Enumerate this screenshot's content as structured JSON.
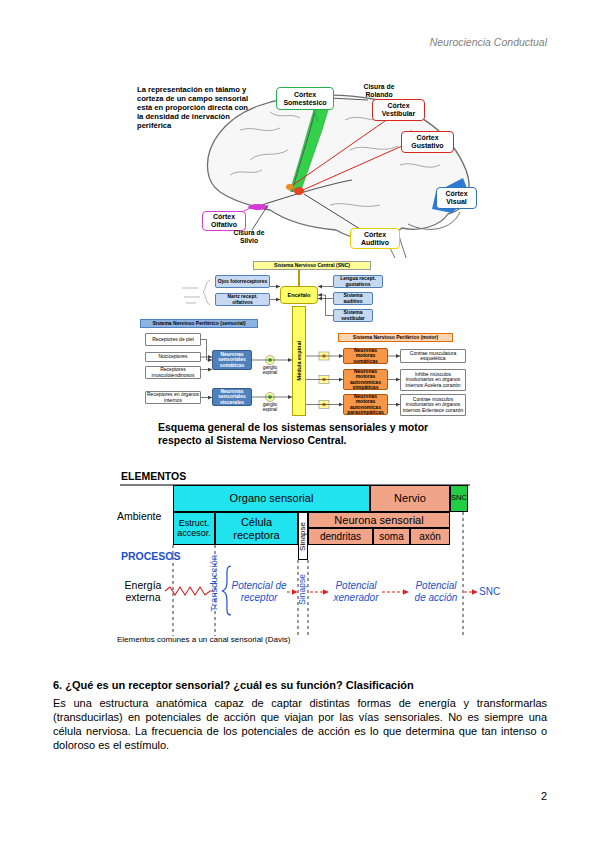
{
  "diagram": {
    "title": "6. ¿Qué es un receptor sensorial? ¿cuál es su función? Clasificación",
    "nodes": [
      {
        "text": [
          "Córtex Somestésico"
        ]
      },
      {
        "text": [
          "Córtex Vestibular"
        ]
      },
      {
        "text": [
          "Córtex Gustativo"
        ]
      },
      {
        "text": [
          "Córtex Visual"
        ]
      },
      {
        "text": [
          "Córtex Auditivo"
        ]
      },
      {
        "text": [
          "Córtex Olfativo"
        ]
      },
      {
        "text": [
          "Sistema Nervioso Central (SNC)"
        ]
      },
      {
        "text": [
          "Ojos fotorreceptores"
        ]
      },
      {
        "text": [
          "Nariz recept. olfativos"
        ]
      },
      {
        "text": [
          "Encéfalo"
        ]
      },
      {
        "text": [
          "Lengua recept. gustativos"
        ]
      },
      {
        "text": [
          "Sistema auditivo"
        ]
      },
      {
        "text": [
          "Sistema vestibular"
        ]
      },
      {
        "text": [
          "Sistema Nervioso Periférico (sensorial)"
        ]
      },
      {
        "text": [
          "Receptores de piel"
        ]
      },
      {
        "text": [
          "Nociceptores"
        ]
      },
      {
        "text": [
          "Receptores musculotendinosos"
        ]
      },
      {
        "text": [
          "Receptores en órganos internos"
        ]
      },
      {
        "text": [
          "Neuronas sensoriales somáticas"
        ]
      },
      {
        "text": [
          "Neuronas sensoriales viscerales"
        ]
      },
      {
        "text": [
          "Médula espinal"
        ]
      },
      {
        "text": [
          "Sistema Nervioso Periférico (motor)"
        ]
      },
      {
        "text": [
          "Neuronas motoras somáticas"
        ]
      },
      {
        "text": [
          "Neuronas motoras autonómicas simpáticas"
        ]
      },
      {
        "text": [
          "Neuronas motoras autonómicas parasimpáticas"
        ]
      },
      {
        "text": [
          "Contrae musculatura esquelética"
        ]
      },
      {
        "text": [
          "Inhibe músculos involuntarios en órganos internos Acelera corazón"
        ]
      },
      {
        "text": [
          "Contrae músculos involuntarios en órganos internos Enlentece corazón"
        ]
      },
      {
        "text": [
          "Organo sensorial"
        ]
      },
      {
        "text": [
          "Nervio"
        ]
      },
      {
        "text": [
          "SNC"
        ]
      },
      {
        "text": [
          "Estruct. accesor."
        ]
      },
      {
        "text": [
          "Célula receptora"
        ]
      },
      {
        "text": [
          "Sinapse"
        ]
      },
      {
        "text": [
          "Neurona sensorial"
        ]
      },
      {
        "text": [
          "dendritas"
        ]
      },
      {
        "text": [
          "soma"
        ]
      },
      {
        "text": [
          "axón"
        ]
      }
    ],
    "edges": [
      {
        "from": 7,
        "to": 9,
        "arrow": "to"
      },
      {
        "from": 8,
        "to": 9,
        "arrow": "to"
      },
      {
        "from": 10,
        "to": 9,
        "arrow": "to"
      },
      {
        "from": 11,
        "to": 9,
        "arrow": "to"
      },
      {
        "from": 12,
        "to": 9,
        "arrow": "to"
      },
      {
        "from": 14,
        "to": 18,
        "arrow": "to"
      },
      {
        "from": 15,
        "to": 18,
        "arrow": "to"
      },
      {
        "from": 16,
        "to": 18,
        "arrow": "to"
      },
      {
        "from": 17,
        "to": 19,
        "arrow": "to"
      },
      {
        "from": 18,
        "to": 20,
        "arrow": "to"
      },
      {
        "from": 19,
        "to": 20,
        "arrow": "to"
      },
      {
        "from": 20,
        "to": 22,
        "arrow": "to"
      },
      {
        "from": 20,
        "to": 23,
        "arrow": "to"
      },
      {
        "from": 20,
        "to": 24,
        "arrow": "to"
      },
      {
        "from": 22,
        "to": 25,
        "arrow": "to"
      },
      {
        "from": 23,
        "to": 26,
        "arrow": "to"
      },
      {
        "from": 24,
        "to": 27,
        "arrow": "to"
      }
    ],
    "labels": [
      "Neurociencia Conductual",
      "La representación en tálamo y corteza de un campo sensorial está en proporción directa con la densidad de inervación periférica",
      "Cisura de Rolando",
      "Cisura de Silvio",
      "ganglio espinal",
      "ganglio espinal",
      "Esquema general de los sistemas sensoriales y motor respecto al Sistema Nervioso Central.",
      "ELEMENTOS",
      "Ambiente",
      "PROCESOS",
      "Energía externa",
      "Transducción",
      "Potencial de receptor",
      "Sinapse",
      "Potencial xenerador",
      "Potencial de acción",
      "SNC",
      "Elementos comunes a un canal sensorial (Davis)",
      "Es una estructura anatómica capaz de captar distintas formas de energía y transformarlas (transducirlas) en potenciales de acción que viajan por las vías sensoriales. No es siempre una célula nerviosa. La frecuencia de los potenciales de acción es lo que determina que tan intenso o doloroso es el estímulo.",
      "2"
    ]
  }
}
